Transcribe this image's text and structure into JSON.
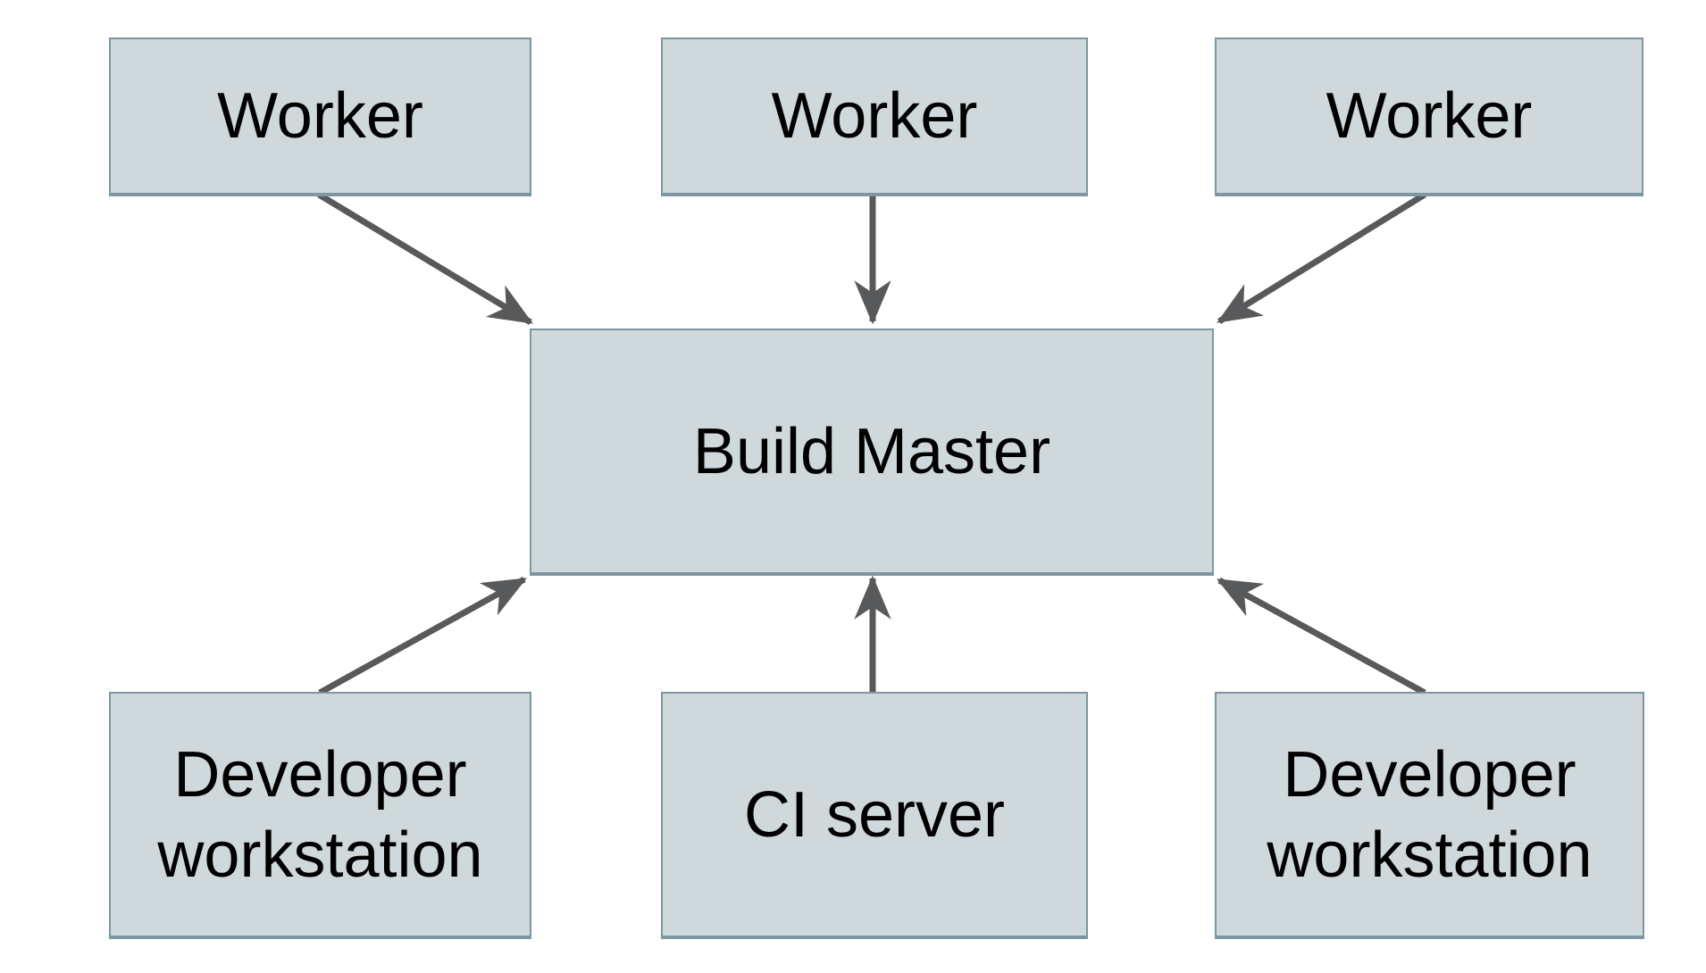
{
  "diagram": {
    "type": "flow-diagram",
    "background": "#ffffff",
    "colors": {
      "node_fill": "#cfd8da",
      "node_border": "#7d97a2",
      "arrow": "#58595b",
      "text": "#000000"
    },
    "nodes": {
      "worker1": {
        "label": "Worker"
      },
      "worker2": {
        "label": "Worker"
      },
      "worker3": {
        "label": "Worker"
      },
      "build_master": {
        "label": "Build Master"
      },
      "dev_workstation1": {
        "label": "Developer workstation"
      },
      "ci_server": {
        "label": "CI server"
      },
      "dev_workstation2": {
        "label": "Developer workstation"
      }
    },
    "edges": [
      {
        "from": "worker1",
        "to": "build_master"
      },
      {
        "from": "worker2",
        "to": "build_master"
      },
      {
        "from": "worker3",
        "to": "build_master"
      },
      {
        "from": "dev_workstation1",
        "to": "build_master"
      },
      {
        "from": "ci_server",
        "to": "build_master"
      },
      {
        "from": "dev_workstation2",
        "to": "build_master"
      }
    ]
  }
}
